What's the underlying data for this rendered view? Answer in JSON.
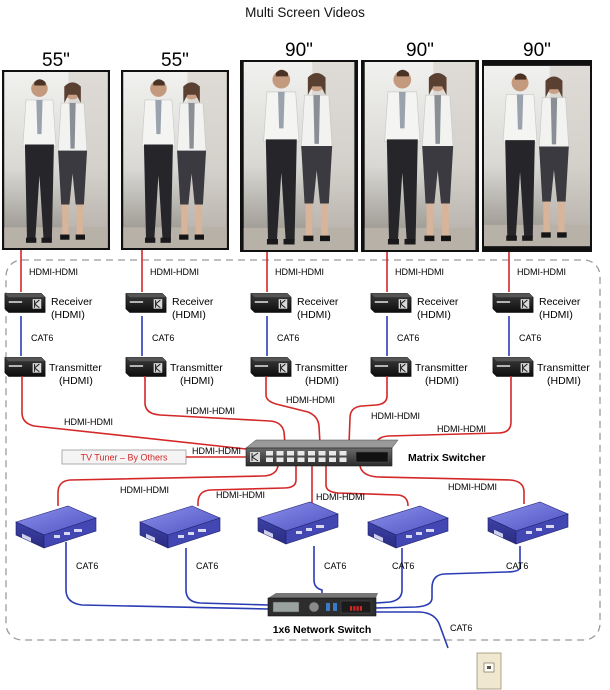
{
  "title": "Multi Screen Videos",
  "screens": [
    {
      "size": "55\"",
      "link": "HDMI-HDMI"
    },
    {
      "size": "55\"",
      "link": "HDMI-HDMI"
    },
    {
      "size": "90\"",
      "link": "HDMI-HDMI"
    },
    {
      "size": "90\"",
      "link": "HDMI-HDMI"
    },
    {
      "size": "90\"",
      "link": "HDMI-HDMI"
    }
  ],
  "receiver": {
    "line1": "Receiver",
    "line2": "(HDMI)"
  },
  "transmitter": {
    "line1": "Transmitter",
    "line2": "(HDMI)"
  },
  "receiver_tx_link": "CAT6",
  "tx_to_switch_links": [
    "HDMI-HDMI",
    "HDMI-HDMI",
    "HDMI-HDMI",
    "HDMI-HDMI",
    "HDMI-HDMI"
  ],
  "tv_tuner": {
    "label": "TV Tuner – By Others",
    "link": "HDMI-HDMI"
  },
  "matrix_switcher": {
    "label": "Matrix Switcher"
  },
  "switcher_to_player_links": [
    "HDMI-HDMI",
    "HDMI-HDMI",
    "HDMI-HDMI",
    "HDMI-HDMI"
  ],
  "player_cat6_links": [
    "CAT6",
    "CAT6",
    "CAT6",
    "CAT6",
    "CAT6"
  ],
  "network_switch": {
    "label": "1x6 Network Switch",
    "uplink": "CAT6"
  },
  "colors": {
    "hdmi": "#d42828",
    "cat6": "#2a3cb4",
    "player": "#5a5fd0",
    "tuner_text": "#d42828"
  }
}
